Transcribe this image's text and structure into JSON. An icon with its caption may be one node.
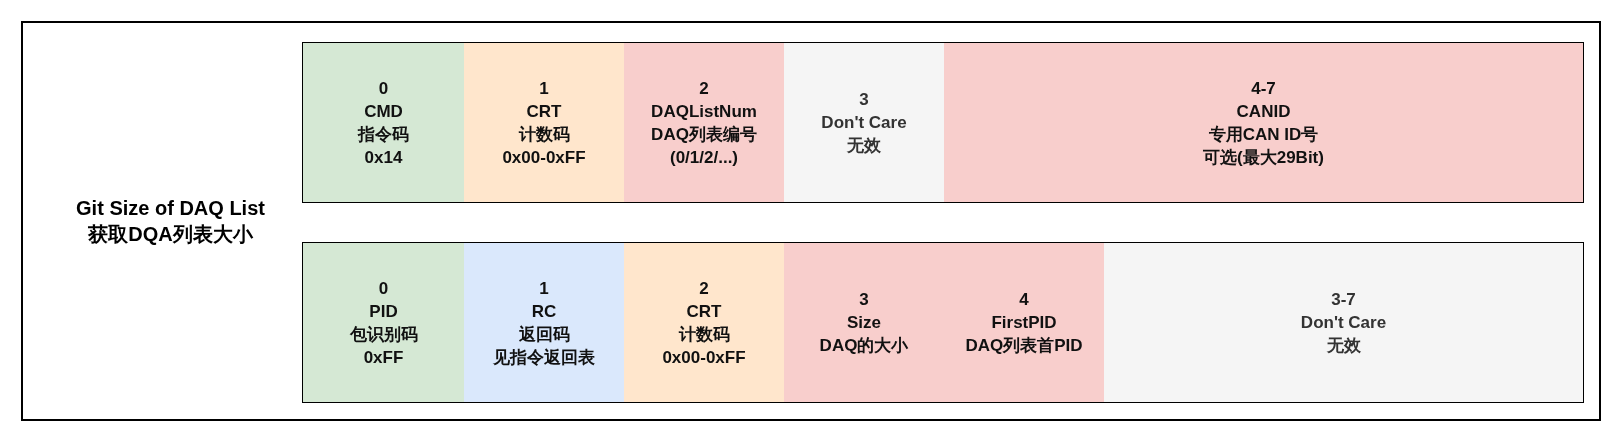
{
  "diagram": {
    "nodes": [
      {
        "text": [
          "Git Size of DAQ List 获取DQA列表大小"
        ]
      },
      {
        "text": [],
        "shape": "box",
        "in": 0
      },
      {
        "text": [
          "0",
          "CMD",
          "指令码",
          "0x14"
        ],
        "in": 1
      },
      {
        "text": [
          "1",
          "CRT",
          "计数码",
          "0x00-0xFF"
        ],
        "in": 1
      },
      {
        "text": [
          "2",
          "DAQListNum",
          "DAQ列表编号",
          "(0/1/2/...)"
        ],
        "in": 1
      },
      {
        "text": [
          "3",
          "Don't Care",
          "无效"
        ],
        "in": 1
      },
      {
        "text": [
          "4-7",
          "CANID",
          "专用CAN ID号",
          "可选(最大29Bit)"
        ],
        "in": 1
      },
      {
        "text": [],
        "shape": "box",
        "in": 0
      },
      {
        "text": [
          "0",
          "PID",
          "包识别码",
          "0xFF"
        ],
        "in": 7
      },
      {
        "text": [
          "1",
          "RC",
          "返回码",
          "见指令返回表"
        ],
        "in": 7
      },
      {
        "text": [
          "2",
          "CRT",
          "计数码",
          "0x00-0xFF"
        ],
        "in": 7
      },
      {
        "text": [
          "3",
          "Size",
          "DAQ的大小"
        ],
        "in": 7
      },
      {
        "text": [
          "4",
          "FirstPID",
          "DAQ列表首PID"
        ],
        "in": 7
      },
      {
        "text": [
          "3-7",
          "Don't Care",
          "无效"
        ],
        "in": 7
      }
    ]
  }
}
